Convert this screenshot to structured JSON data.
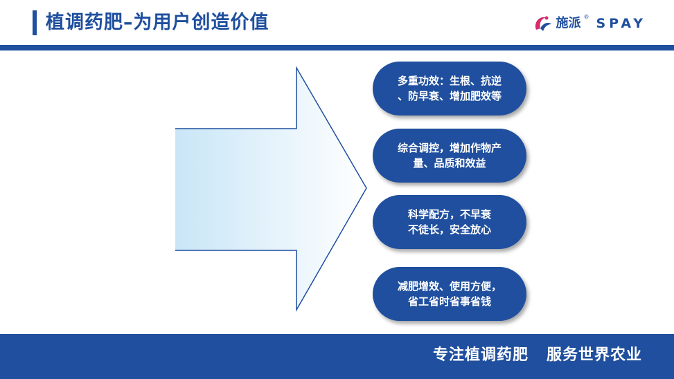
{
  "header": {
    "title": "植调药肥–为用户创造价值",
    "logo": {
      "name_cn": "施派",
      "reg_mark": "®",
      "name_en": "SPAY",
      "icon": "spay-logo-mark-icon"
    }
  },
  "main": {
    "arrow": {
      "icon": "right-arrow-graphic",
      "gradient_from": "#c9e6f7",
      "gradient_to": "#ffffff",
      "stroke": "#1f4f9e"
    },
    "benefits": [
      {
        "text": "多重功效：生根、抗逆\n、防早衰、增加肥效等"
      },
      {
        "text": "综合调控，增加作物产\n量、品质和效益"
      },
      {
        "text": "科学配方，不早衰\n不徒长，安全放心"
      },
      {
        "text": "减肥增效、使用方便，\n省工省时省事省钱"
      }
    ]
  },
  "footer": {
    "slogan": "专注植调药肥   服务世界农业"
  },
  "colors": {
    "brand_blue": "#1f4f9e",
    "logo_pink": "#d42b6b"
  }
}
